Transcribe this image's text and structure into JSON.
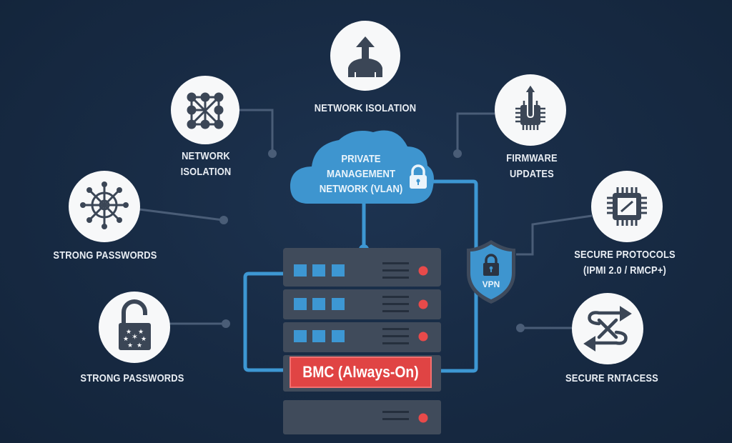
{
  "colors": {
    "background": "#172a43",
    "accent_blue": "#3d97d3",
    "server_body": "#3f4a5a",
    "bmc_red": "#e04444",
    "led_red": "#e84a4a",
    "icon_dark": "#3b4656",
    "connector_gray": "#4a5d77"
  },
  "cloud": {
    "line1": "PRIVATE",
    "line2": "MANAGEMENT",
    "line3": "NETWORK (VLAN)",
    "icon": "lock-icon"
  },
  "server": {
    "bmc_label": "BMC (Always-On)",
    "units": 5
  },
  "vpn": {
    "label": "VPN",
    "icon": "shield-lock-icon"
  },
  "features": [
    {
      "id": "top",
      "icon": "arrow-up-person-icon",
      "line1": "NETWORK ISOLATION",
      "line2": ""
    },
    {
      "id": "upper-left",
      "icon": "network-mesh-icon",
      "line1": "NETWORK",
      "line2": "ISOLATION"
    },
    {
      "id": "mid-left",
      "icon": "helm-network-icon",
      "line1": "STRONG PASSWORDS",
      "line2": ""
    },
    {
      "id": "lower-left",
      "icon": "unlocked-padlock-icon",
      "line1": "STRONG PASSWORDS",
      "line2": ""
    },
    {
      "id": "upper-right",
      "icon": "firmware-chip-upload-icon",
      "line1": "FIRMWARE",
      "line2": "UPDATES"
    },
    {
      "id": "mid-right",
      "icon": "chip-icon",
      "line1": "SECURE PROTOCOLS",
      "line2": "(IPMI 2.0 / RMCP+)"
    },
    {
      "id": "lower-right",
      "icon": "crossing-arrows-icon",
      "line1": "SECURE RNTACESS",
      "line2": ""
    }
  ]
}
